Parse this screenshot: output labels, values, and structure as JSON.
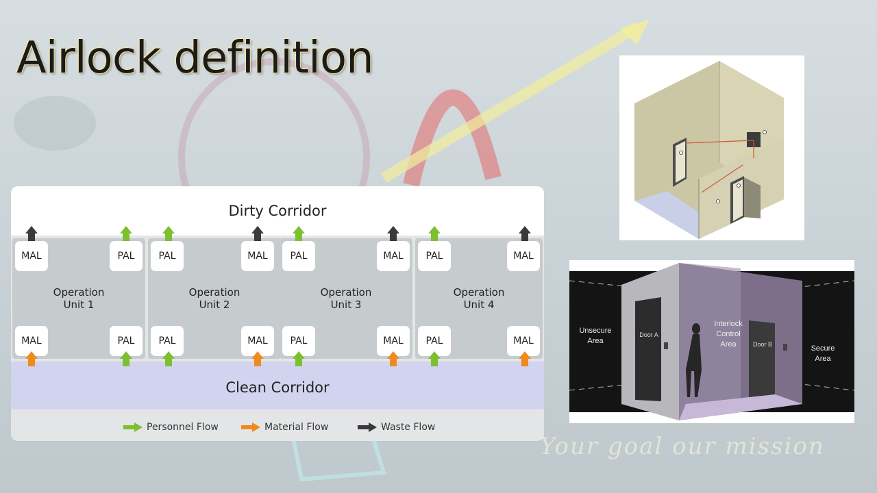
{
  "slide": {
    "title": "Airlock definition",
    "tagline": "Your goal our mission"
  },
  "diagram": {
    "dirty_corridor": "Dirty Corridor",
    "clean_corridor": "Clean Corridor",
    "units": [
      {
        "name_line1": "Operation",
        "name_line2": "Unit 1",
        "top_left": "MAL",
        "top_right": "PAL",
        "bottom_left": "MAL",
        "bottom_right": "PAL"
      },
      {
        "name_line1": "Operation",
        "name_line2": "Unit 2",
        "top_left": "PAL",
        "top_right": "MAL",
        "bottom_left": "PAL",
        "bottom_right": "MAL"
      },
      {
        "name_line1": "Operation",
        "name_line2": "Unit 3",
        "top_left": "PAL",
        "top_right": "MAL",
        "bottom_left": "PAL",
        "bottom_right": "MAL"
      },
      {
        "name_line1": "Operation",
        "name_line2": "Unit 4",
        "top_left": "PAL",
        "top_right": "MAL",
        "bottom_left": "PAL",
        "bottom_right": "MAL"
      }
    ],
    "legend": {
      "personnel": "Personnel Flow",
      "material": "Material Flow",
      "waste": "Waste Flow"
    },
    "colors": {
      "personnel": "#7dbf2f",
      "material": "#f08a1c",
      "waste": "#3a3a3a"
    }
  },
  "photo2": {
    "unsecure_line1": "Unsecure",
    "unsecure_line2": "Area",
    "door_a": "Door A",
    "interlock_line1": "Interlock",
    "interlock_line2": "Control",
    "interlock_line3": "Area",
    "door_b": "Door B",
    "secure_line1": "Secure",
    "secure_line2": "Area"
  }
}
